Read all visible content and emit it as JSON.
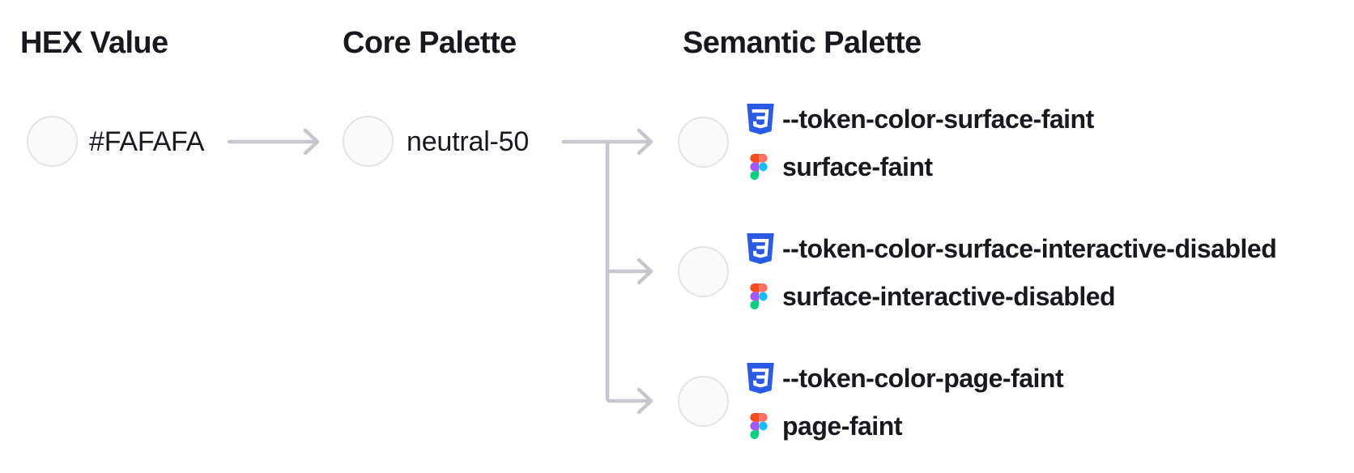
{
  "diagram": {
    "title_semantics": "color token mapping flow",
    "headings": {
      "hex": "HEX Value",
      "core": "Core Palette",
      "semantic": "Semantic Palette"
    },
    "hex": {
      "value": "#FAFAFA",
      "swatch_color": "#FAFAFA"
    },
    "core": {
      "name": "neutral-50",
      "swatch_color": "#FAFAFA"
    },
    "semantic_tokens": [
      {
        "css_variable": "--token-color-surface-faint",
        "figma_token": "surface-faint",
        "swatch_color": "#FAFAFA"
      },
      {
        "css_variable": "--token-color-surface-interactive-disabled",
        "figma_token": "surface-interactive-disabled",
        "swatch_color": "#FAFAFA"
      },
      {
        "css_variable": "--token-color-page-faint",
        "figma_token": "page-faint",
        "swatch_color": "#FAFAFA"
      }
    ],
    "icons": {
      "css": "css3-shield-icon",
      "figma": "figma-logo-icon"
    },
    "colors": {
      "background": "#FFFFFF",
      "text": "#17191E",
      "swatch_fill": "#FAFAFA",
      "swatch_border": "#E3E4E9",
      "arrow": "#C5C7CE",
      "css_badge_blue": "#2B5BE5",
      "figma_red": "#F24E1E",
      "figma_salmon": "#FF7262",
      "figma_purple": "#A259FF",
      "figma_blue": "#1ABCFE",
      "figma_green": "#0ACF83"
    }
  }
}
